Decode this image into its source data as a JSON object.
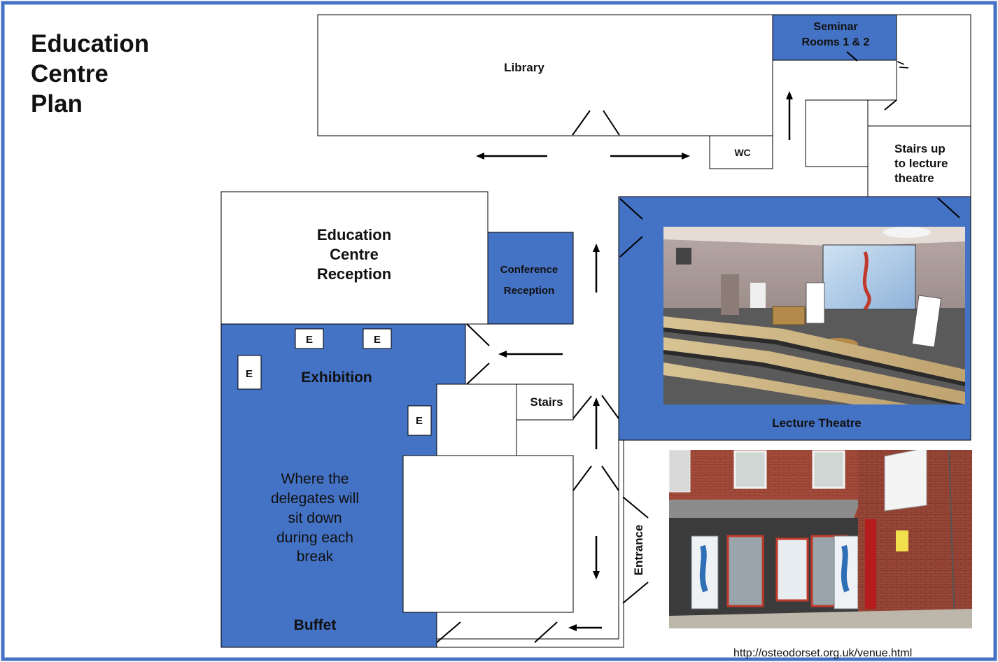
{
  "title_lines": [
    "Education",
    "Centre",
    "Plan"
  ],
  "rooms": {
    "library": "Library",
    "seminar_line1": "Seminar",
    "seminar_line2": "Rooms 1 & 2",
    "wc": "WC",
    "stairs_up_line1": "Stairs up",
    "stairs_up_line2": "to lecture",
    "stairs_up_line3": "theatre",
    "reception_line1": "Education",
    "reception_line2": "Centre",
    "reception_line3": "Reception",
    "conference_line1": "Conference",
    "conference_line2": "Reception",
    "exhibition": "Exhibition",
    "exhibit_marker": "E",
    "stairs": "Stairs",
    "seating_line1": "Where the",
    "seating_line2": "delegates will",
    "seating_line3": "sit down",
    "seating_line4": "during each",
    "seating_line5": "break",
    "buffet": "Buffet",
    "lecture_theatre": "Lecture Theatre",
    "entrance": "Entrance"
  },
  "source_url": "http://osteodorset.org.uk/venue.html",
  "colors": {
    "room_blue": "#4472c4",
    "frame_blue": "#4472c4",
    "line": "#000000",
    "background": "#ffffff"
  }
}
